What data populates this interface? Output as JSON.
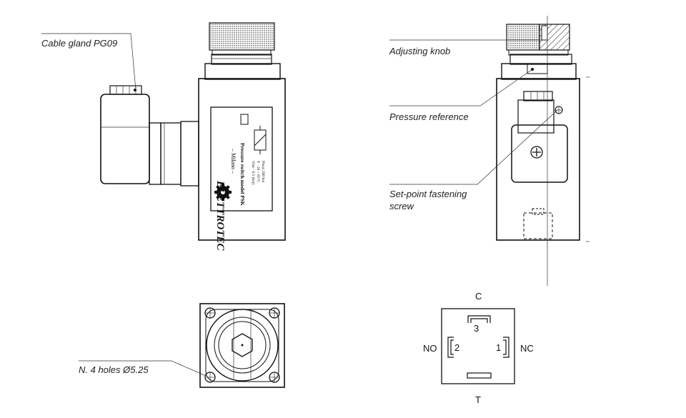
{
  "labels": {
    "cable_gland": "Cable gland PG09",
    "adjusting_knob": "Adjusting knob",
    "pressure_reference": "Pressure reference",
    "setpoint_screw_line1": "Set-point fastening",
    "setpoint_screw_line2": "screw",
    "holes": "N. 4 holes Ø5.25"
  },
  "nameplate": {
    "brand": "ELETTROTEC",
    "city": "– Milano –",
    "model": "Pressure switch model PSK",
    "spec_line1": "Vlm - 0.5 (bar)",
    "spec_line2": "T - 20 ÷ 85°C",
    "spec_line3": "Pmax 200 bar"
  },
  "connector": {
    "top": "C",
    "left": "NO",
    "right": "NC",
    "bottom": "T",
    "pin_1": "1",
    "pin_2": "2",
    "pin_3": "3"
  }
}
